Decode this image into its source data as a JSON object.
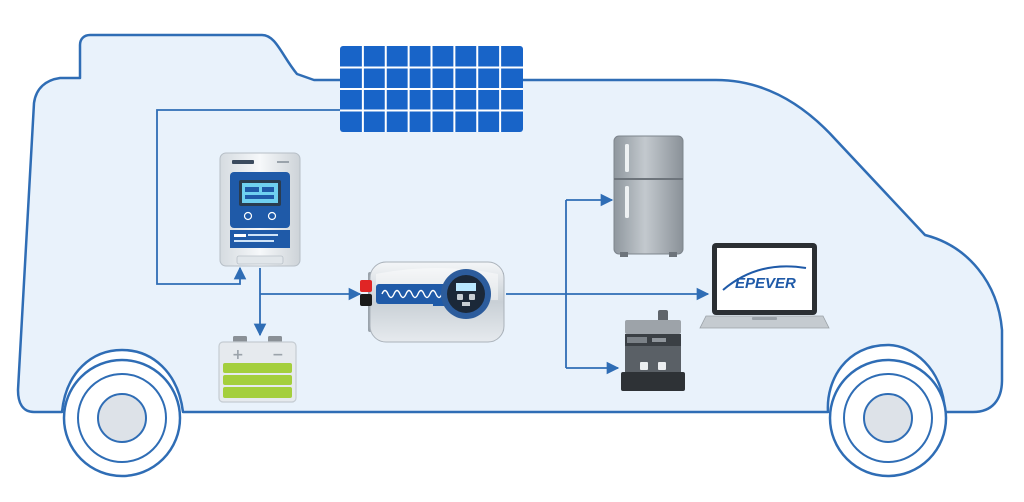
{
  "colors": {
    "rv_fill": "#e9f2fb",
    "rv_outline": "#2f6db5",
    "wire": "#2f6db5",
    "panel_blue": "#1864c8",
    "battery_green": "#a4cf3c",
    "wheel_fill": "#dde2e8"
  },
  "components": [
    {
      "name": "solar-panel",
      "icon": "solar-panel-icon"
    },
    {
      "name": "mppt-controller",
      "icon": "charge-controller-icon"
    },
    {
      "name": "battery",
      "icon": "battery-icon"
    },
    {
      "name": "inverter",
      "icon": "inverter-icon"
    },
    {
      "name": "refrigerator",
      "icon": "refrigerator-icon"
    },
    {
      "name": "laptop",
      "icon": "laptop-icon"
    },
    {
      "name": "coffee-machine",
      "icon": "coffee-machine-icon"
    }
  ],
  "labels": {
    "laptop_brand": "EPEVER",
    "battery_plus": "+",
    "battery_minus": "−"
  }
}
